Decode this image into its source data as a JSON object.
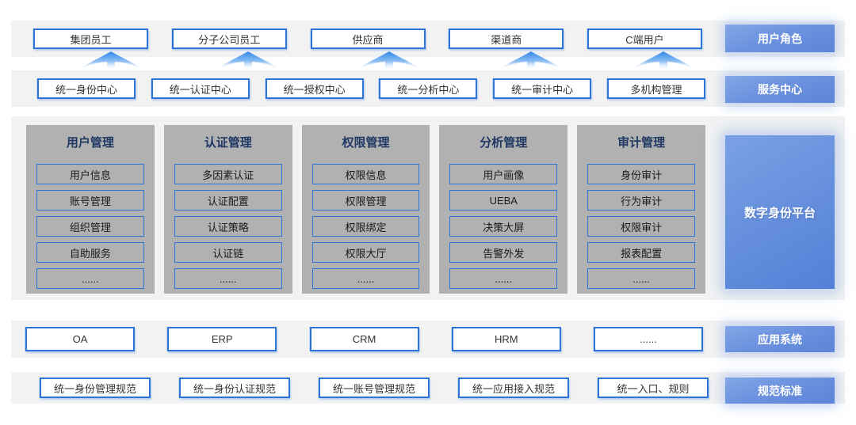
{
  "colors": {
    "band_bg": "#f2f2f2",
    "column_bg": "#b1b1b1",
    "box_border": "#2e74d6",
    "box_bg": "#ffffff",
    "column_header_text": "#1f3864",
    "item_text": "#1a1a1a",
    "label_text": "#ffffff",
    "label_gradient_start": "#84a6e7",
    "label_gradient_end": "#5b84d8",
    "arrow_blue": "#2f86e8"
  },
  "user_roles": {
    "label": "用户角色",
    "boxes": [
      "集团员工",
      "分子公司员工",
      "供应商",
      "渠道商",
      "C端用户"
    ]
  },
  "service_center": {
    "label": "服务中心",
    "boxes": [
      "统一身份中心",
      "统一认证中心",
      "统一授权中心",
      "统一分析中心",
      "统一审计中心",
      "多机构管理"
    ]
  },
  "platform": {
    "label": "数字身份平台",
    "columns": [
      {
        "title": "用户管理",
        "items": [
          "用户信息",
          "账号管理",
          "组织管理",
          "自助服务",
          "......"
        ]
      },
      {
        "title": "认证管理",
        "items": [
          "多因素认证",
          "认证配置",
          "认证策略",
          "认证链",
          "......"
        ]
      },
      {
        "title": "权限管理",
        "items": [
          "权限信息",
          "权限管理",
          "权限绑定",
          "权限大厅",
          "......"
        ]
      },
      {
        "title": "分析管理",
        "items": [
          "用户画像",
          "UEBA",
          "决策大屏",
          "告警外发",
          "......"
        ]
      },
      {
        "title": "审计管理",
        "items": [
          "身份审计",
          "行为审计",
          "权限审计",
          "报表配置",
          "......"
        ]
      }
    ]
  },
  "app_systems": {
    "label": "应用系统",
    "boxes": [
      "OA",
      "ERP",
      "CRM",
      "HRM",
      "......"
    ]
  },
  "standards": {
    "label": "规范标准",
    "boxes": [
      "统一身份管理规范",
      "统一身份认证规范",
      "统一账号管理规范",
      "统一应用接入规范",
      "统一入口、规则"
    ]
  }
}
